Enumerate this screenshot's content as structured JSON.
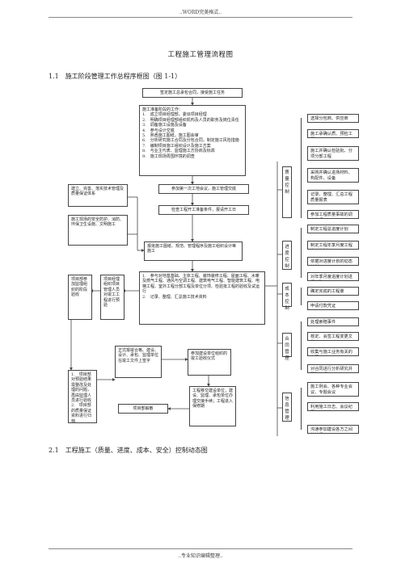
{
  "header": "..WORD完美格式..",
  "footer": "..专业知识编辑整理..",
  "title": "工程施工管理流程图",
  "section1": "1.1　施工阶段管理工作总程序框图（图 1-1）",
  "section2": "2.1　工程施工（质量、进度、成本、安全）控制动态图",
  "flow": {
    "top": "签定施工总承包合同，接受施工任务",
    "prep_list": [
      "施工准备阶段的工作：",
      "1.　成立项目经理部，委派项目经理",
      "2.　明确项目经理部组织机构及人员的职务及岗位责任",
      "3.　调备施工设施及设备",
      "4.　参与设计交底",
      "5.　熟悉施工图纸，施工图会审",
      "6.　分析研究施工合同及分包合同，制定施工风险措施",
      "7.　编制项目施工组织设计及施工方案",
      "8.　与业主代表、监理施工方协商及标高",
      "9.　施工现场周围环境的调查"
    ],
    "meeting": "参加第一次工地会议，施工管理交底",
    "check_conditions": "检查工程开工准备条件，报请开工日",
    "report_plan": "报批施工图纸、规范、管理程序及施工组织设计等施工",
    "exec_list": [
      "1.　参与对地基基础、主体工程、装饰装修工程、屋面工程、水暖及燃气工程、通风与空调工程、建筑电气工程、智能建筑工程、电梯工程、室外工程分部工程及单位分项、检验批工程的验收及试运行",
      "2.　记录、整理、汇总施工技术资料"
    ],
    "construction_rules": "建立、完善、落实技术管理及质量保证体系",
    "site_safety": "施工现场的安全防护、消防、环保卫生设施、文明施工",
    "pm_group": "项目部参加监理组织的阶段验收",
    "pm_group2": "项目经理组织项目管理人员对竣工工程进行预验",
    "rectify_list": [
      "1.　项目部对预验结果需整改及处理的问题，再由监理人员进行验收",
      "2.　项目部的质量保证资料进行归档"
    ],
    "submit_docs": "正式报竣合格、建设、设计、承包、监理单位在竣工文件上签字",
    "acceptance": "参加建设单位组织的竣工验收仪式",
    "handover": "工程移交建设单位，建设、监理、承包单位办理交接手续；工程进入保修期",
    "dissolve": "项目部解散"
  },
  "right": {
    "quality": {
      "label": "质量控制",
      "items": [
        "选择分包商、供应商",
        "施工承确认质、预检工程",
        "施工并确认检验批、分项分部工程",
        "采购并确认进场材料、构配件、设备",
        "记录、整理、汇总工程质量报表",
        "参加工程质量事故的调查处理"
      ]
    },
    "progress": {
      "label": "进度控制",
      "items": [
        "制定工程总进度计划",
        "制定工程年季月度工程进度计划",
        "依据对进度计划的动态控制",
        "对年季月度进度计划进行修改"
      ]
    },
    "cost": {
      "label": "成本控制",
      "items": [
        "确定完成的工程量",
        "申请付款凭证"
      ]
    },
    "contract": {
      "label": "合同管理",
      "items": [
        "处理索赔事件",
        "核定、会签工程变更文件",
        "收集与施工业务有关的合同",
        "对合同进行分析研究并跟踪管理"
      ]
    },
    "info": {
      "label": "信息管理",
      "items": [
        "施工例会、各种专业会议、专题会议",
        "利用施工日志、会议纪要交流信息",
        "沟通参加建设各方之间的关系"
      ]
    }
  }
}
